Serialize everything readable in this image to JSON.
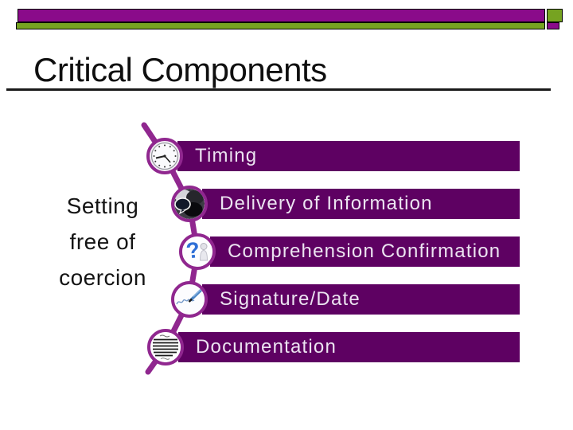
{
  "slide": {
    "title": "Critical Components",
    "side_note": {
      "lines": [
        "Setting",
        "free of",
        "coercion"
      ]
    },
    "items": [
      {
        "label": "Timing",
        "icon": "clock-icon"
      },
      {
        "label": "Delivery of Information",
        "icon": "speech-bubbles-icon"
      },
      {
        "label": "Comprehension Confirmation",
        "icon": "question-mark-icon"
      },
      {
        "label": "Signature/Date",
        "icon": "signature-pen-icon"
      },
      {
        "label": "Documentation",
        "icon": "document-lines-icon"
      }
    ],
    "colors": {
      "bar_purple": "#5e0162",
      "ring_purple": "#90278f",
      "top_bar_purple": "#8a0b8a",
      "top_bar_green": "#76a321",
      "bar_text": "#ece4f1",
      "title_text": "#0f0f0f"
    }
  }
}
